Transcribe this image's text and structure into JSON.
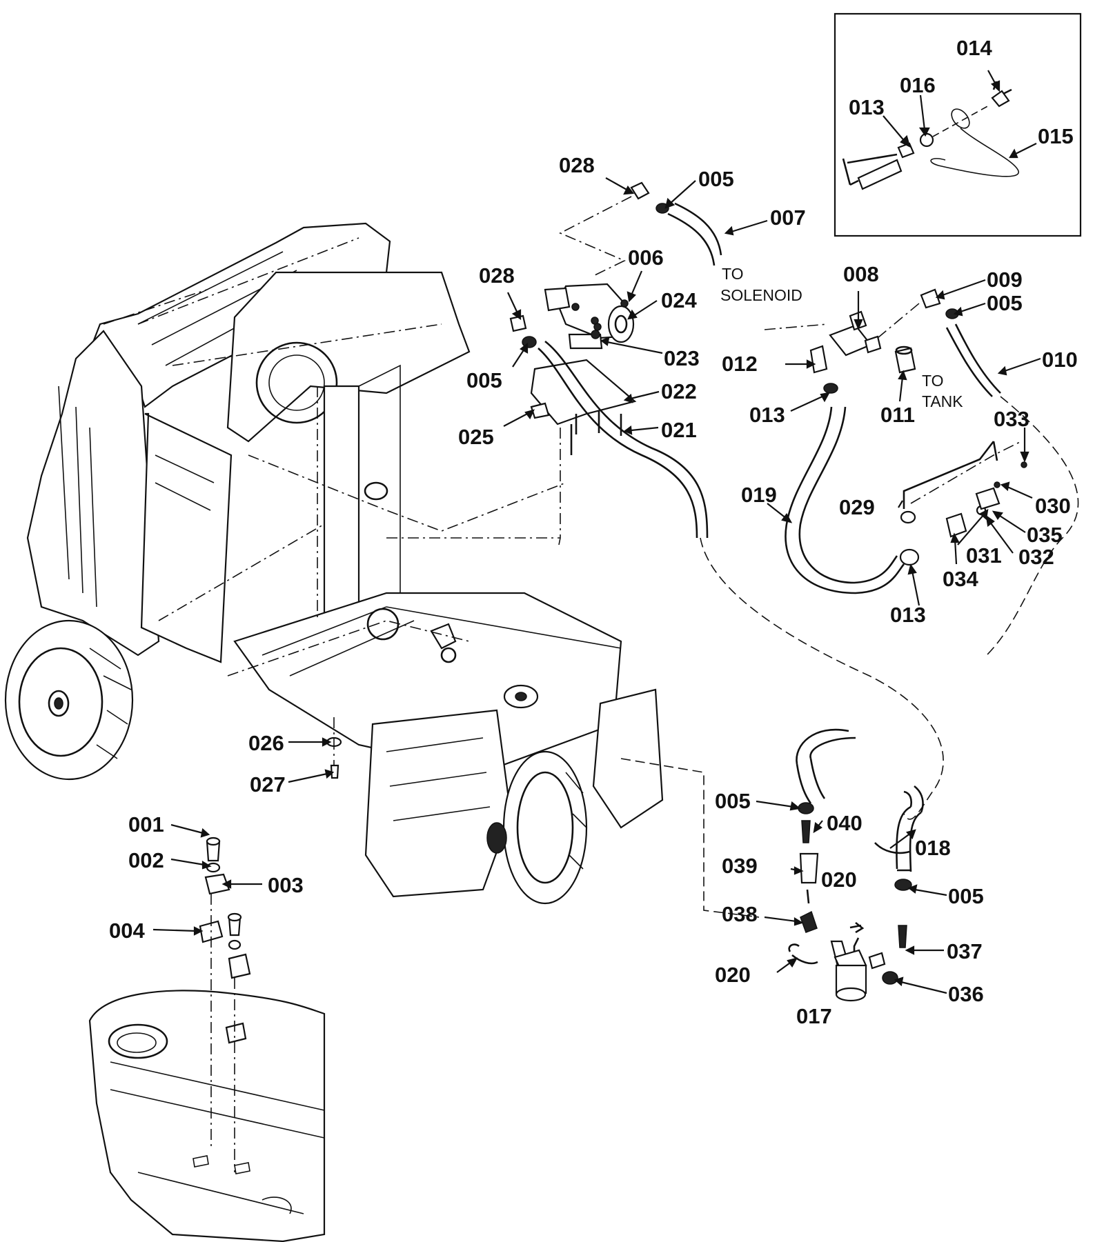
{
  "callouts": {
    "c001": "001",
    "c002": "002",
    "c003": "003",
    "c004": "004",
    "c005_a": "005",
    "c005_b": "005",
    "c005_c": "005",
    "c005_d": "005",
    "c005_e": "005",
    "c006": "006",
    "c007": "007",
    "c008": "008",
    "c009": "009",
    "c010": "010",
    "c011": "011",
    "c012": "012",
    "c013_a": "013",
    "c013_b": "013",
    "c013_c": "013",
    "c014": "014",
    "c015": "015",
    "c016": "016",
    "c017": "017",
    "c018": "018",
    "c019": "019",
    "c020_a": "020",
    "c020_b": "020",
    "c021": "021",
    "c022": "022",
    "c023": "023",
    "c024": "024",
    "c025": "025",
    "c026": "026",
    "c027": "027",
    "c028_a": "028",
    "c028_b": "028",
    "c029": "029",
    "c030": "030",
    "c031": "031",
    "c032": "032",
    "c033": "033",
    "c034": "034",
    "c035": "035",
    "c036": "036",
    "c037": "037",
    "c038": "038",
    "c039": "039",
    "c040": "040"
  },
  "notes": {
    "to_solenoid_line1": "TO",
    "to_solenoid_line2": "SOLENOID",
    "to_tank_line1": "TO",
    "to_tank_line2": "TANK"
  }
}
